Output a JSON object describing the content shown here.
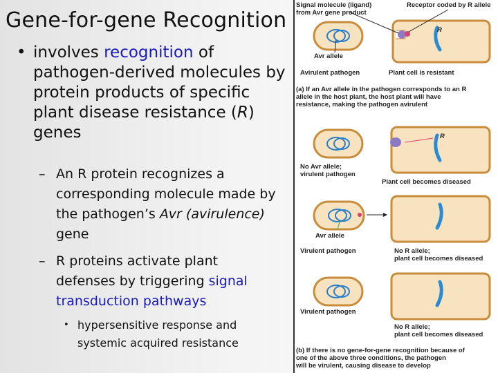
{
  "slide": {
    "title": "Gene-for-gene Recognition"
  },
  "bullet1": {
    "pre": "involves ",
    "link": "recognition",
    "post": " of pathogen-derived molecules by protein products of specific plant disease resistance (",
    "italic": "R",
    "end": ") genes"
  },
  "bullet2a": {
    "pre": "An R protein recognizes a corresponding molecule made by the pathogen’s ",
    "italic1": "Avr",
    "italic2": "(avirulence)",
    "end": " gene"
  },
  "bullet2b": {
    "pre": "R proteins activate plant defenses by triggering ",
    "link": "signal transduction pathways"
  },
  "bullet3": {
    "text": "hypersensitive response and systemic acquired resistance"
  },
  "figure": {
    "top_left": "Signal molecule (ligand)\nfrom Avr gene product",
    "top_right": "Receptor coded by R allele",
    "r_label1": "R",
    "avr_allele1": "Avr allele",
    "avirulent": "Avirulent pathogen",
    "resistant": "Plant cell is resistant",
    "caption_a": "(a) If an Avr allele in the pathogen corresponds to an R\n      allele in the host plant, the host plant will have\n      resistance, making the pathogen avirulent",
    "r_label2": "R",
    "no_avr": "No Avr allele;\nvirulent pathogen",
    "diseased1": "Plant cell becomes diseased",
    "avr_allele2": "Avr allele",
    "virulent1": "Virulent pathogen",
    "no_r1": "No R allele;\nplant cell becomes diseased",
    "virulent2": "Virulent pathogen",
    "no_r2": "No R allele;\nplant cell becomes diseased",
    "caption_b": "(b) If there is no gene-for-gene recognition because of\n      one of the above three conditions, the pathogen\n      will be virulent, causing disease to develop"
  }
}
